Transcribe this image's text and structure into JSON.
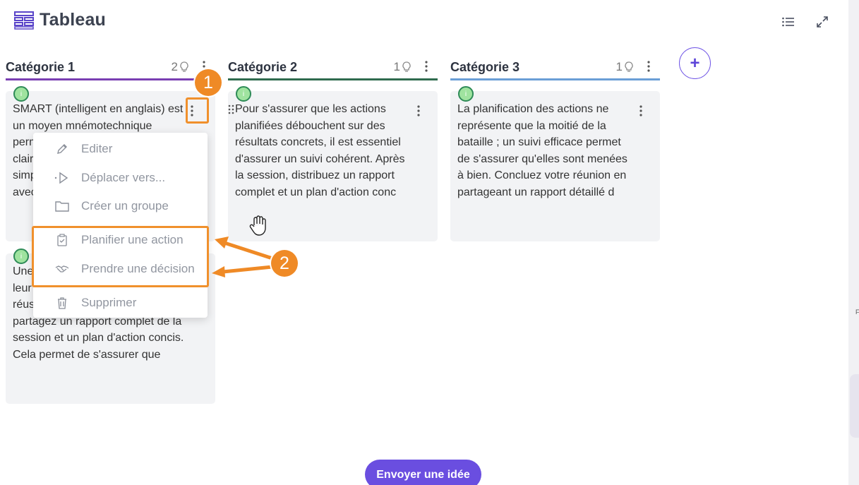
{
  "header": {
    "title": "Tableau",
    "title_icon": "table-icon",
    "list_view_icon": "list-icon",
    "fullscreen_icon": "expand-icon"
  },
  "columns": [
    {
      "name": "Catégorie 1",
      "count": "2",
      "color": "#7a3fb2"
    },
    {
      "name": "Catégorie 2",
      "count": "1",
      "color": "#2f6b4e"
    },
    {
      "name": "Catégorie 3",
      "count": "1",
      "color": "#6a9ed6"
    }
  ],
  "add_column_label": "+",
  "cards": {
    "c1a": {
      "avatar": "i",
      "text": "SMART (intelligent en anglais) est un moyen mnémotechnique permettant de définir des objectifs clairs et atteignables de façon simple. Il s'agit de simples critères avec lesquels"
    },
    "c1b": {
      "avatar": "i",
      "text": "Une fois les actions planifiées, leur suivi est essentiel pour leur réussite. Après la réunion, partagez un rapport complet de la session et un plan d'action concis. Cela permet de s'assurer que"
    },
    "c2a": {
      "avatar": "i",
      "text": "Pour s'assurer que les actions planifiées débouchent sur des résultats concrets, il est essentiel d'assurer un suivi cohérent. Après la session, distribuez un rapport complet et un plan d'action conc"
    },
    "c3a": {
      "avatar": "i",
      "text": "La planification des actions ne représente que la moitié de la bataille ; un suivi efficace permet de s'assurer qu'elles sont menées à bien. Concluez votre réunion en partageant un rapport détaillé d"
    }
  },
  "context_menu": {
    "items": [
      {
        "label": "Editer",
        "icon": "pencil-icon"
      },
      {
        "label": "Déplacer vers...",
        "icon": "move-icon"
      },
      {
        "label": "Créer un groupe",
        "icon": "folder-icon"
      },
      {
        "label": "Planifier une action",
        "icon": "clipboard-icon"
      },
      {
        "label": "Prendre une décision",
        "icon": "handshake-icon"
      },
      {
        "label": "Supprimer",
        "icon": "trash-icon"
      }
    ]
  },
  "annotations": {
    "step1": "1",
    "step2": "2",
    "color": "#ef8a26"
  },
  "send_button_label": "Envoyer une idée",
  "accent_color": "#6a4ee0"
}
